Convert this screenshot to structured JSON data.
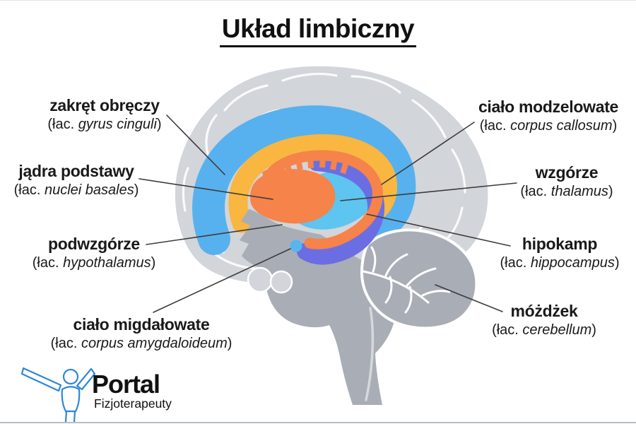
{
  "title": "Układ limbiczny",
  "latin_abbr": "(łac.",
  "latin_close": ")",
  "labels": [
    {
      "name": "zakręt obręczy",
      "latin": "gyrus cinguli"
    },
    {
      "name": "jądra podstawy",
      "latin": "nuclei basales"
    },
    {
      "name": "podwzgórze",
      "latin": "hypothalamus"
    },
    {
      "name": "ciało migdałowate",
      "latin": "corpus amygdaloideum"
    },
    {
      "name": "ciało modzelowate",
      "latin": "corpus callosum"
    },
    {
      "name": "wzgórze",
      "latin": "thalamus"
    },
    {
      "name": "hipokamp",
      "latin": "hippocampus"
    },
    {
      "name": "móżdżek",
      "latin": "cerebellum"
    }
  ],
  "logo": {
    "brand": "Portal",
    "subtitle": "Fizjoterapeuty"
  },
  "colors": {
    "cingulate_blue": "#57b1ee",
    "corpus_callosum_yellow": "#f9b640",
    "basal_ganglia_orange": "#f5834a",
    "thalamus_cyan": "#5ec4f0",
    "hippocampus_purple": "#6b6ee2",
    "amygdala_blue": "#56b6ee",
    "brain_grey": "#d2d5da",
    "stem_grey": "#a9aeb6",
    "logo_blue": "#2e86d9",
    "text_black": "#1a1a1a"
  }
}
